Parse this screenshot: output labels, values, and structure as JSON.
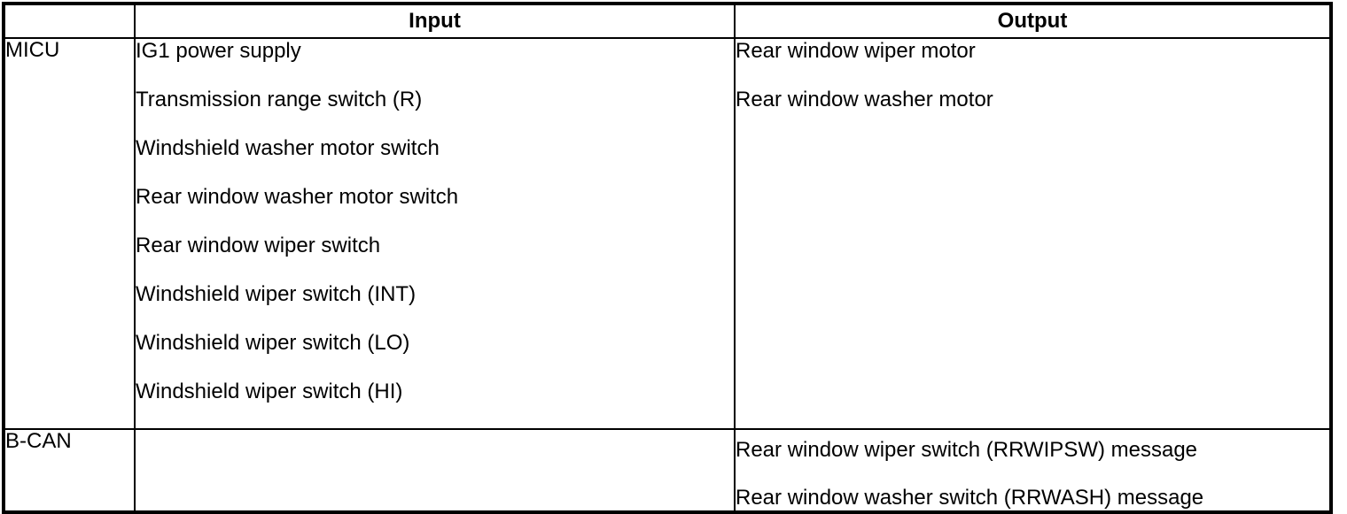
{
  "table": {
    "columns": [
      {
        "key": "module",
        "header": ""
      },
      {
        "key": "input",
        "header": "Input"
      },
      {
        "key": "output",
        "header": "Output"
      }
    ],
    "rows": [
      {
        "module": "MICU",
        "input": [
          "IG1 power supply",
          "Transmission range switch (R)",
          "Windshield washer motor switch",
          "Rear window washer motor switch",
          "Rear window wiper switch",
          "Windshield wiper switch (INT)",
          "Windshield wiper switch (LO)",
          "Windshield wiper switch (HI)"
        ],
        "output": [
          "Rear window wiper motor",
          "Rear window washer motor"
        ]
      },
      {
        "module": "B-CAN",
        "input": [],
        "output": [
          "Rear window wiper switch (RRWIPSW) message",
          "Rear window washer switch (RRWASH) message"
        ]
      }
    ]
  },
  "colors": {
    "border": "#000000",
    "text": "#000000",
    "background": "#ffffff"
  }
}
